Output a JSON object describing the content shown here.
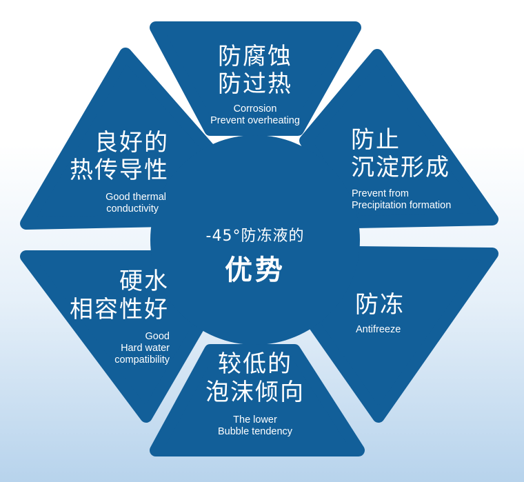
{
  "center": {
    "line1": "-45°防冻液的",
    "line2": "优势"
  },
  "segments": [
    {
      "cn1": "防腐蚀",
      "cn2": "防过热",
      "en1": "Corrosion",
      "en2": "Prevent overheating"
    },
    {
      "cn1": "防止",
      "cn2": "沉淀形成",
      "en1": "Prevent from",
      "en2": "Precipitation formation"
    },
    {
      "cn1": "防冻",
      "en1": "Antifreeze"
    },
    {
      "cn1": "较低的",
      "cn2": "泡沫倾向",
      "en1": "The lower",
      "en2": "Bubble tendency"
    },
    {
      "cn1": "硬水",
      "cn2": "相容性好",
      "en1": "Good",
      "en2": "Hard water",
      "en3": "compatibility"
    },
    {
      "cn1": "良好的",
      "cn2": "热传导性",
      "en1": "Good thermal",
      "en2": "conductivity"
    }
  ],
  "colors": {
    "segment_fill": "#125f99",
    "center_fill": "#125f99",
    "text": "#ffffff"
  }
}
